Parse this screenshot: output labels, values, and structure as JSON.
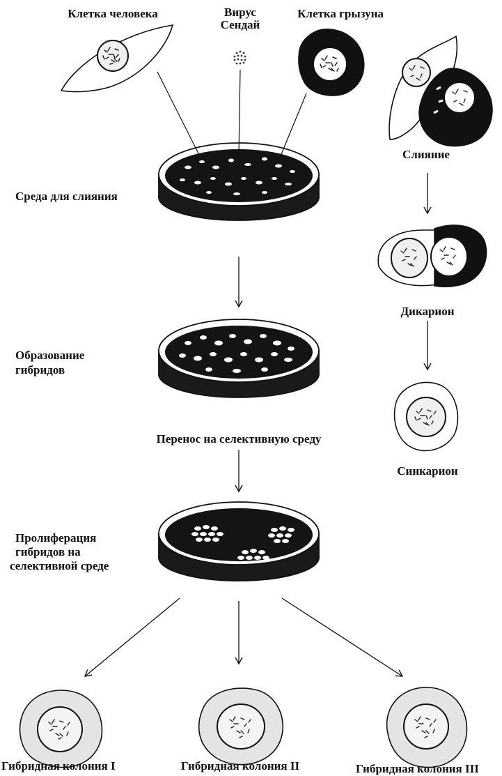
{
  "labels": {
    "human_cell": "Клетка человека",
    "virus_line1": "Вирус",
    "virus_line2": "Сендай",
    "rodent_cell": "Клетка грызуна",
    "fusion": "Слияние",
    "fusion_medium": "Среда для слияния",
    "dikaryon": "Дикарион",
    "hybrid_formation_line1": "Образование",
    "hybrid_formation_line2": "гибридов",
    "synkaryon": "Синкарион",
    "transfer": "Перенос на селективную среду",
    "proliferation_line1": "Пролиферация",
    "proliferation_line2": "гибридов на",
    "proliferation_line3": "селективной среде",
    "colony_1": "Гибридная колония I",
    "colony_2": "Гибридная колония II",
    "colony_3": "Гибридная колония III"
  },
  "colors": {
    "ink": "#111111",
    "medium": "#1a1a1a",
    "cell_fill": "#ffffff",
    "colony_fill": "#e4e4e4"
  }
}
